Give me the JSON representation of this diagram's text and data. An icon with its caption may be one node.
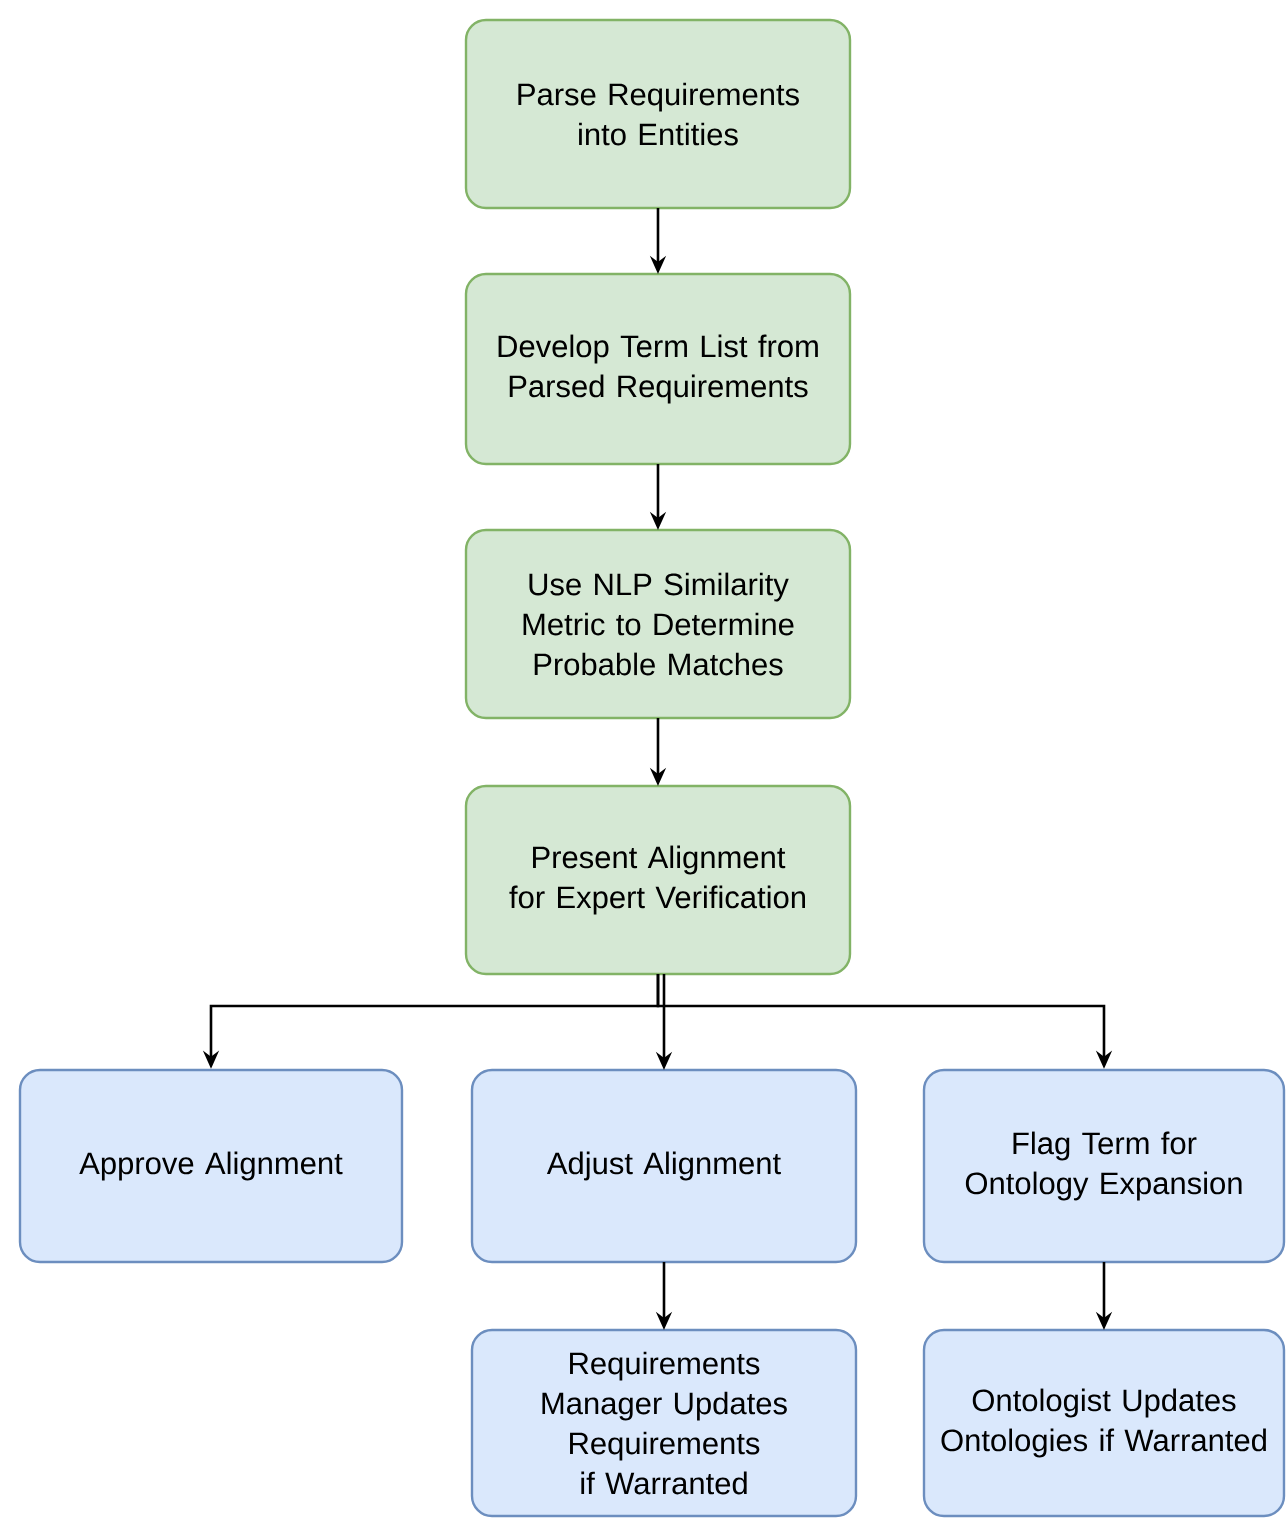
{
  "diagram": {
    "nodes": [
      {
        "text": [
          "Parse Requirements into Entities"
        ]
      },
      {
        "text": [
          "Develop Term List from Parsed Requirements"
        ]
      },
      {
        "text": [
          "Use NLP Similarity Metric to Determine Probable Matches"
        ]
      },
      {
        "text": [
          "Present Alignment for Expert Verification"
        ]
      },
      {
        "text": [
          "Approve Alignment"
        ]
      },
      {
        "text": [
          "Adjust Alignment"
        ]
      },
      {
        "text": [
          "Flag Term for Ontology Expansion"
        ]
      },
      {
        "text": [
          "Requirements Manager Updates Requirements if Warranted"
        ]
      },
      {
        "text": [
          "Ontologist Updates Ontologies if Warranted"
        ]
      }
    ],
    "edges": [
      {
        "from": 0,
        "to": 1,
        "arrow": "to"
      },
      {
        "from": 1,
        "to": 2,
        "arrow": "to"
      },
      {
        "from": 2,
        "to": 3,
        "arrow": "to"
      },
      {
        "from": 3,
        "to": 4,
        "arrow": "to"
      },
      {
        "from": 3,
        "to": 5,
        "arrow": "to"
      },
      {
        "from": 3,
        "to": 6,
        "arrow": "to"
      },
      {
        "from": 5,
        "to": 7,
        "arrow": "to"
      },
      {
        "from": 6,
        "to": 8,
        "arrow": "to"
      }
    ]
  }
}
